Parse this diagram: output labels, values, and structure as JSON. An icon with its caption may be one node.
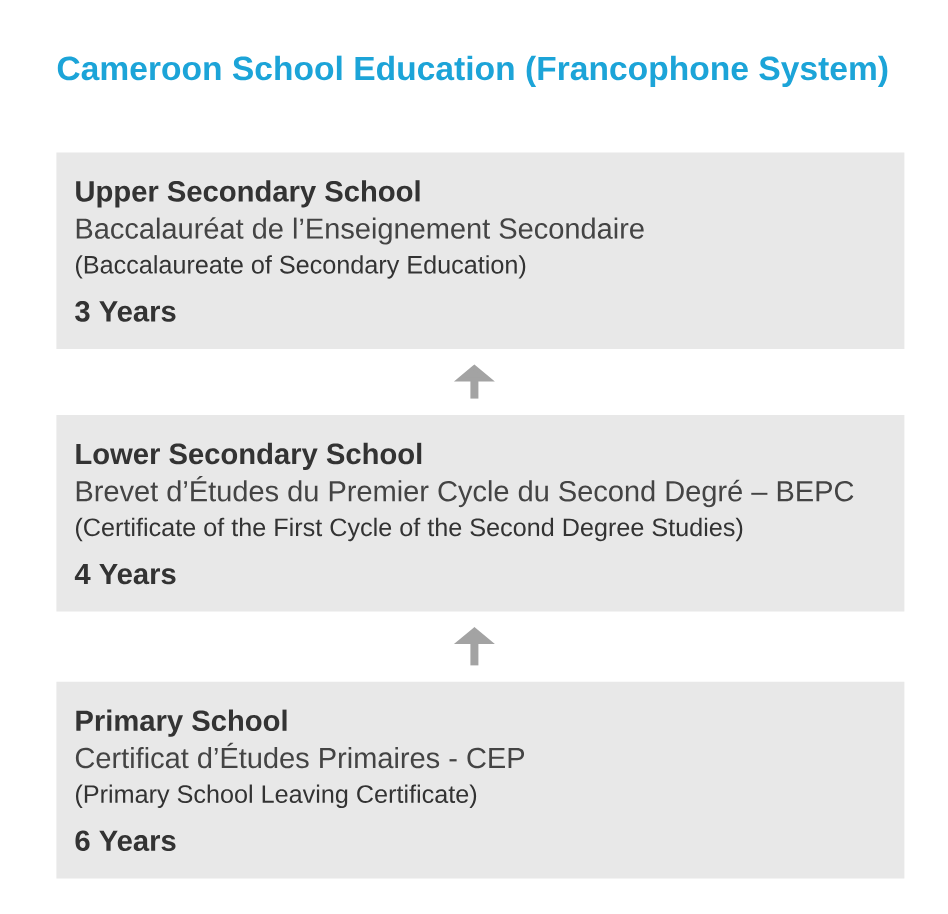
{
  "diagram": {
    "title": "Cameroon School Education (Francophone System)",
    "nodes": [
      {
        "text": [
          "Upper Secondary School",
          "Baccalauréat de l’Enseignement Secondaire",
          "(Baccalaureate of Secondary Education)",
          "3 Years"
        ]
      },
      {
        "text": [
          "Lower Secondary School",
          "Brevet d’Études du Premier Cycle du Second Degré – BEPC",
          "(Certificate of the First Cycle of the Second Degree Studies)",
          "4 Years"
        ]
      },
      {
        "text": [
          "Primary School",
          "Certificat d’Études Primaires - CEP",
          "(Primary School Leaving Certificate)",
          "6 Years"
        ]
      }
    ],
    "edges": [
      {
        "from": 1,
        "to": 0,
        "arrow": "to"
      },
      {
        "from": 2,
        "to": 1,
        "arrow": "to"
      }
    ]
  }
}
